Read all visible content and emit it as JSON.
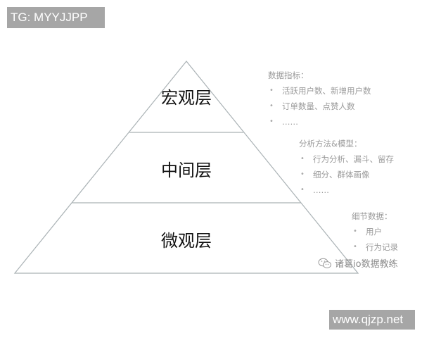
{
  "watermarks": {
    "top_left": "TG: MYYJJPP",
    "bottom_right": "www.qjzp.net"
  },
  "pyramid": {
    "stroke_color": "#aab2b5",
    "layers": [
      {
        "label": "宏观层"
      },
      {
        "label": "中间层"
      },
      {
        "label": "微观层"
      }
    ]
  },
  "notes": [
    {
      "title": "数据指标：",
      "items": [
        "活跃用户数、新增用户数",
        "订单数量、点赞人数",
        "……"
      ]
    },
    {
      "title": "分析方法&模型：",
      "items": [
        "行为分析、漏斗、留存",
        "细分、群体画像",
        "……"
      ]
    },
    {
      "title": "细节数据：",
      "items": [
        "用户",
        "行为记录"
      ]
    }
  ],
  "footer": {
    "icon": "wechat-icon",
    "text": "诸葛io数据教练"
  }
}
